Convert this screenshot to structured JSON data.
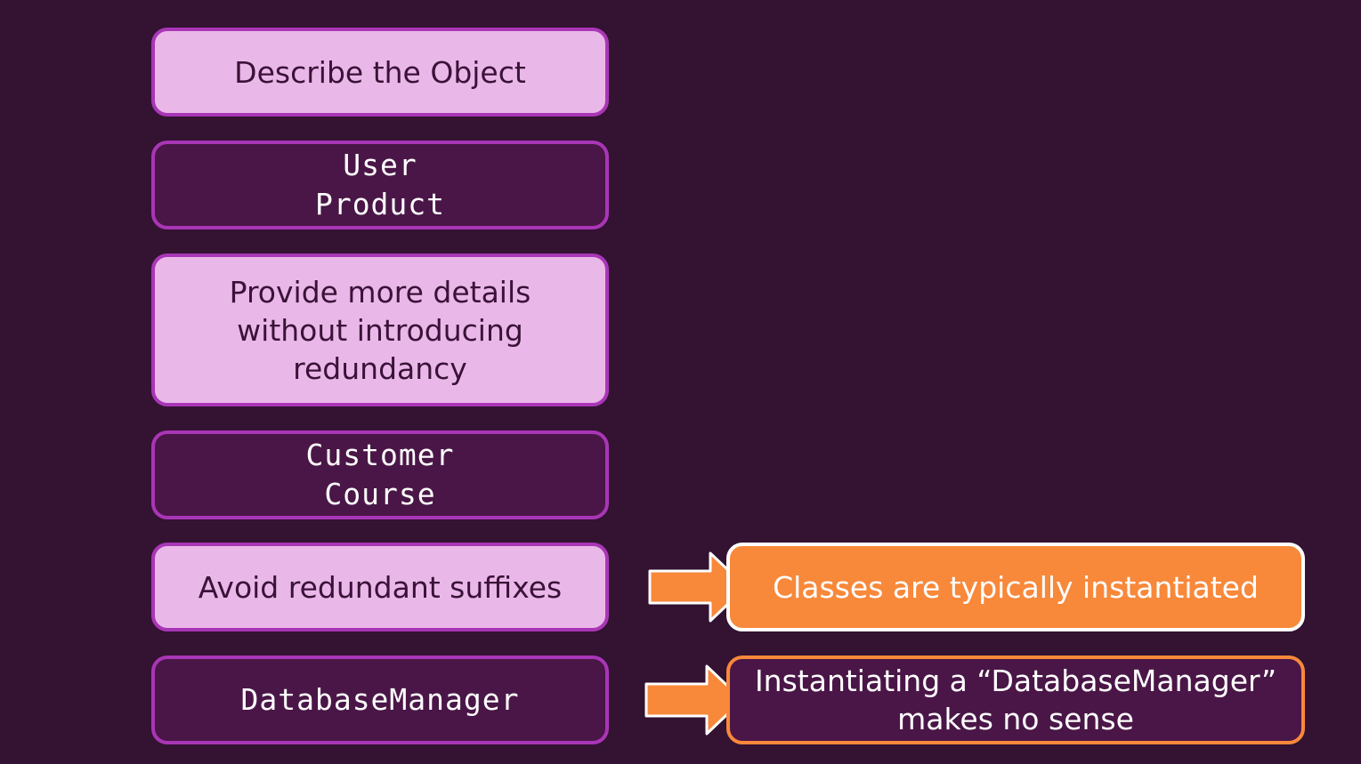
{
  "boxes": {
    "describe": "Describe the Object",
    "example1": "User\nProduct",
    "details": "Provide more details\nwithout introducing\nredundancy",
    "example2": "Customer\nCourse",
    "suffixes": "Avoid redundant suffixes",
    "bad_example": "DatabaseManager"
  },
  "notes": {
    "instantiated": "Classes are typically instantiated",
    "no_sense": "Instantiating a “DatabaseManager”\nmakes no sense"
  },
  "colors": {
    "background": "#331232",
    "light_box": "#eab8e8",
    "dark_box": "#4a1647",
    "border_purple": "#a936b6",
    "accent_orange": "#f8883a"
  },
  "icons": [
    "arrow-right-icon",
    "arrow-right-icon"
  ]
}
